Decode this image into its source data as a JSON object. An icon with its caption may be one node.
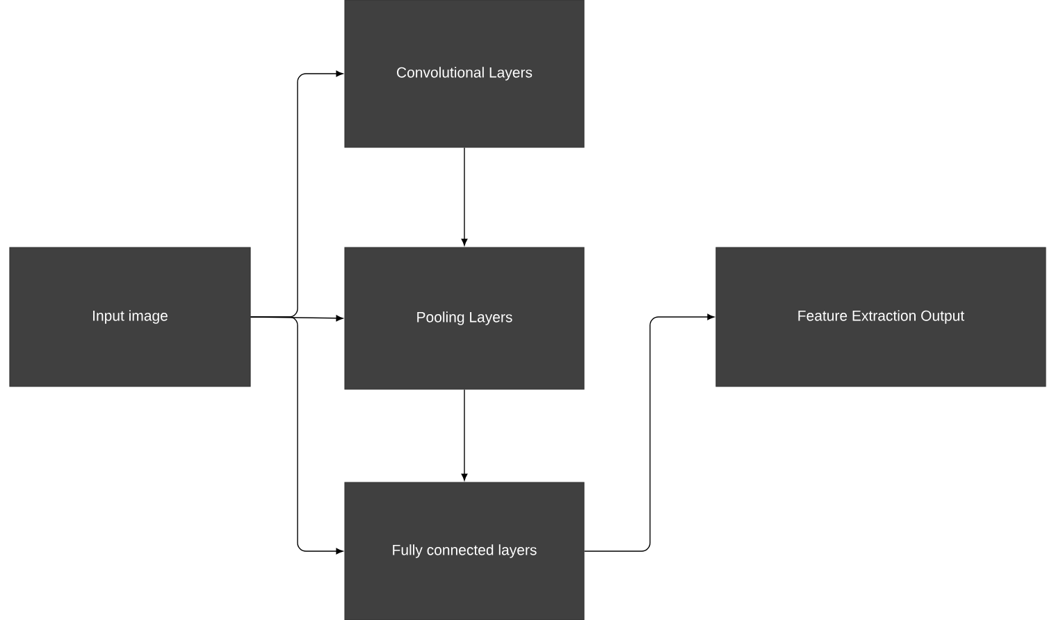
{
  "diagram": {
    "nodes": [
      {
        "text": [
          "Input image"
        ]
      },
      {
        "text": [
          "Convolutional Layers"
        ]
      },
      {
        "text": [
          "Pooling Layers"
        ]
      },
      {
        "text": [
          "Fully connected layers"
        ]
      },
      {
        "text": [
          "Feature Extraction Output"
        ]
      }
    ],
    "edges": [
      {
        "from": 0,
        "to": 1,
        "arrow": "to"
      },
      {
        "from": 0,
        "to": 2,
        "arrow": "to"
      },
      {
        "from": 0,
        "to": 3,
        "arrow": "to"
      },
      {
        "from": 1,
        "to": 2,
        "arrow": "to"
      },
      {
        "from": 2,
        "to": 3,
        "arrow": "to"
      },
      {
        "from": 3,
        "to": 4,
        "arrow": "to"
      }
    ]
  }
}
